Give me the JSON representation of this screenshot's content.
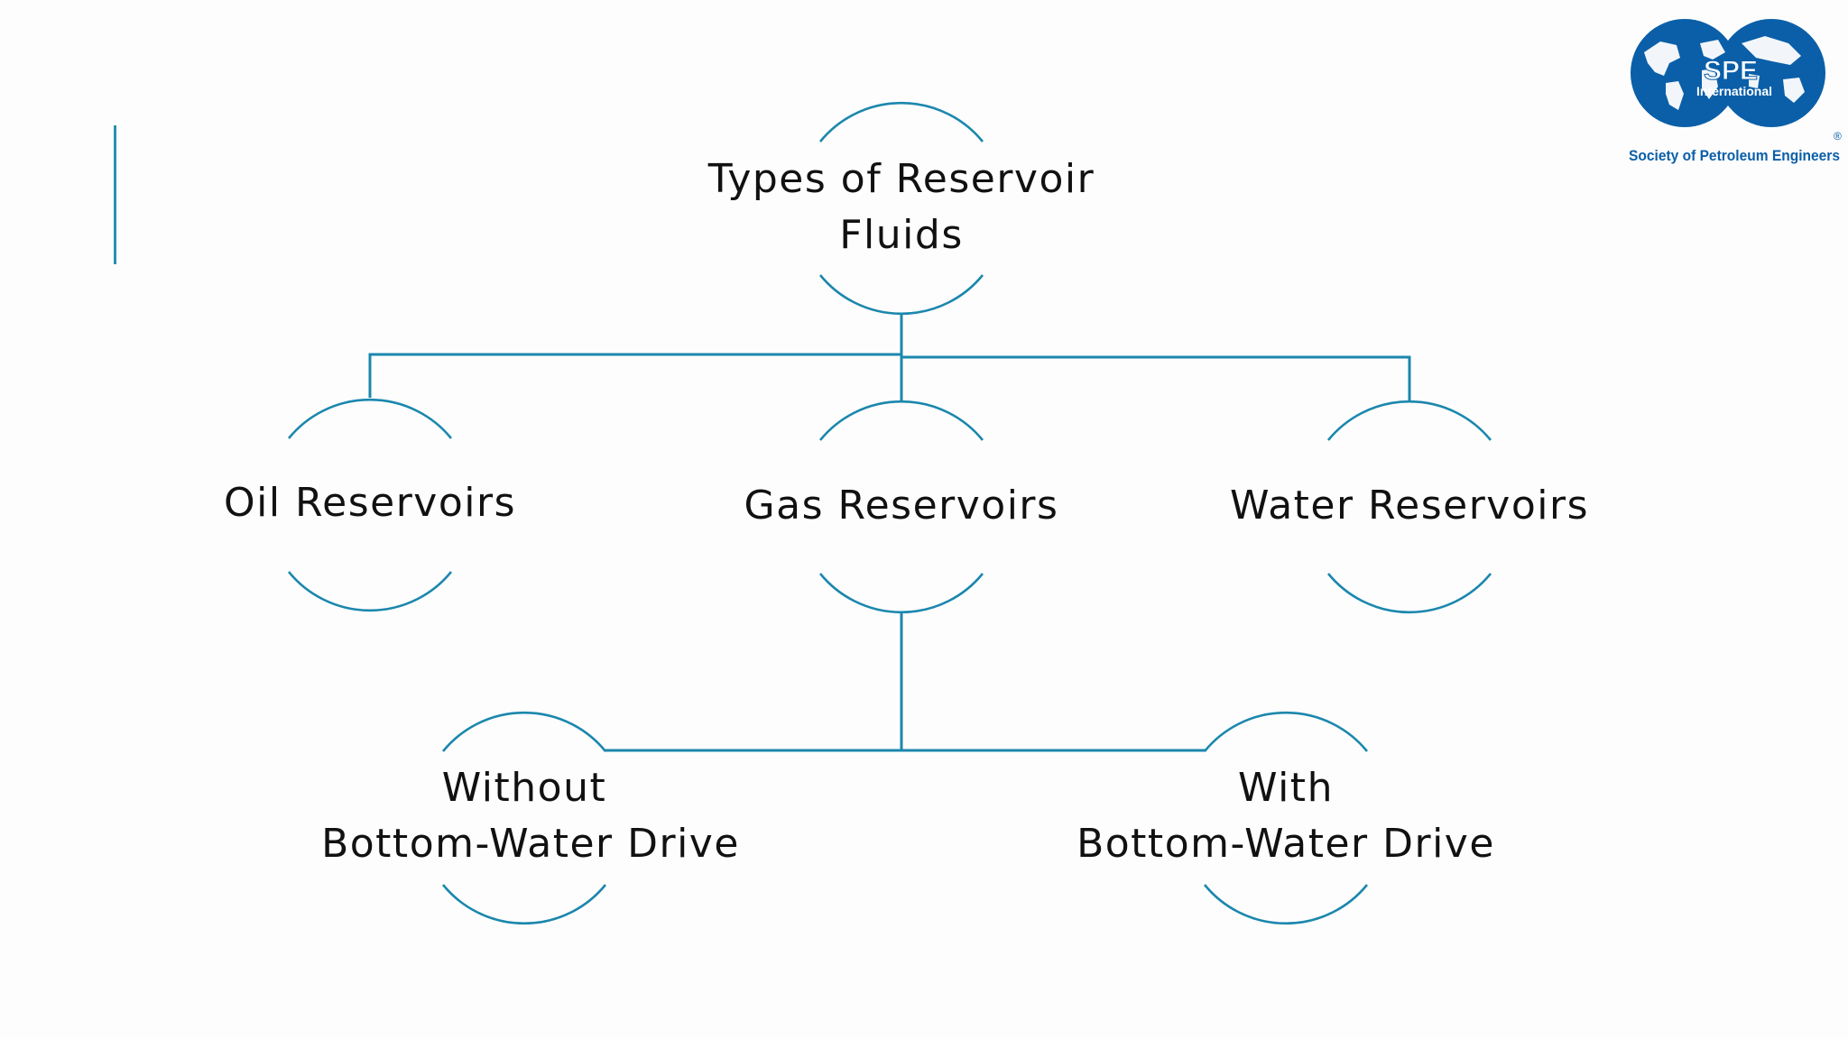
{
  "diagram": {
    "root": {
      "line1": "Types of Reservoir",
      "line2": "Fluids"
    },
    "level1": {
      "oil": "Oil Reservoirs",
      "gas": "Gas Reservoirs",
      "water": "Water Reservoirs"
    },
    "level2": {
      "without": {
        "line1": "Without",
        "line2": "Bottom-Water Drive"
      },
      "with": {
        "line1": "With",
        "line2": "Bottom-Water Drive"
      }
    }
  },
  "logo": {
    "brand": "SPE",
    "sub": "International",
    "org": "Society of Petroleum Engineers",
    "color": "#0b5fa8"
  },
  "colors": {
    "accent": "#1b87ad",
    "text": "#111111"
  }
}
